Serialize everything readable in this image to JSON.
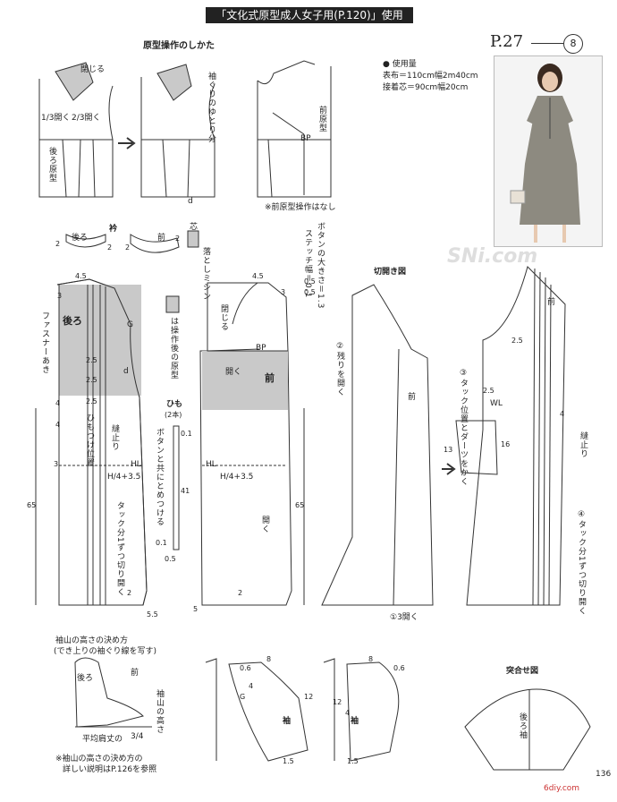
{
  "header": {
    "title": "「文化式原型成人女子用(P.120)」使用"
  },
  "page_ref": {
    "label": "P.27",
    "number": "8"
  },
  "section1": {
    "title": "原型操作のしかた",
    "close_label": "閉じる",
    "open_third": "1/3開く",
    "open_two_third": "2/3開く",
    "back_block": "後ろ原型",
    "armhole_ease": "袖ぐりのゆとり分",
    "front_block": "前原型",
    "bp": "BP",
    "front_note": "※前原型操作はなし",
    "d_label": "d"
  },
  "materials": {
    "heading": "● 使用量",
    "fabric": "表布＝110cm幅2m40cm",
    "interfacing": "接着芯＝90cm幅20cm"
  },
  "collar": {
    "title": "衿",
    "back": "後ろ",
    "front": "前",
    "core": "芯",
    "dim_2a": "2",
    "dim_2b": "2",
    "dim_2c": "2",
    "dim_2d": "2",
    "machine": "落としミシン"
  },
  "button": {
    "size_label": "ボタンの大きさ＝1.3",
    "stitch_label": "ステッチ幅＝0.1",
    "v05": "0.5",
    "v05b": "0.5"
  },
  "back_body": {
    "label": "後ろ",
    "zipper": "ファスナーあき",
    "tie_pos": "ひもつけ位置",
    "slit": "縫止り",
    "tuck": "タック分1ずつ切り開く",
    "hl": "HL",
    "hl_calc": "H/4+3.5",
    "g": "G",
    "d": "d",
    "v45": "4.5",
    "v3a": "3",
    "v3b": "3",
    "v25a": "2.5",
    "v25b": "2.5",
    "v25c": "2.5",
    "v4a": "4",
    "v4b": "4",
    "v65": "65",
    "v2": "2",
    "v55": "5.5"
  },
  "legend": {
    "text": "は操作後の原型"
  },
  "tie": {
    "title": "ひも",
    "count": "(2本)",
    "note": "ボタンと共にとめつける",
    "v41": "41",
    "v01a": "0.1",
    "v01b": "0.1",
    "v05": "0.5"
  },
  "front_body": {
    "label": "前",
    "close": "閉じる",
    "open": "開く",
    "bp": "BP",
    "hl": "HL",
    "hl_calc": "H/4+3.5",
    "open2": "開く",
    "v45": "4.5",
    "v3": "3",
    "v65": "65",
    "v5": "5",
    "v2": "2"
  },
  "slash": {
    "title": "切開き図",
    "step2": "②残りを開く",
    "front": "前",
    "step1": "①3開く"
  },
  "final_front": {
    "front": "前",
    "step3": "③タック位置とダーツをかく",
    "wl": "WL",
    "step4": "④タック分1ずつ切り開く",
    "slit": "縫止り",
    "v25a": "2.5",
    "v25b": "2.5",
    "v13": "13",
    "v16": "16",
    "v4": "4"
  },
  "sleeve_cap": {
    "title": "袖山の高さの決め方",
    "subtitle": "(でき上りの袖ぐり線を写す)",
    "back": "後ろ",
    "front": "前",
    "height": "袖山の高さ",
    "avg": "平均肩丈の",
    "fraction": "3/4",
    "note1": "※袖山の高さの決め方の",
    "note2": "詳しい説明はP.126を参照"
  },
  "sleeve_a": {
    "label": "袖",
    "v06": "0.6",
    "v8": "8",
    "v12": "12",
    "v4": "4",
    "g": "G",
    "v15": "1.5"
  },
  "sleeve_b": {
    "label": "袖",
    "v06": "0.6",
    "v8": "8",
    "v12": "12",
    "v4": "4",
    "v15": "1.5"
  },
  "assembly": {
    "title": "突合せ図",
    "back_sleeve": "後ろ袖"
  },
  "watermark": {
    "text": "SNi.com",
    "footer": "6diy.com",
    "page_num": "136"
  }
}
